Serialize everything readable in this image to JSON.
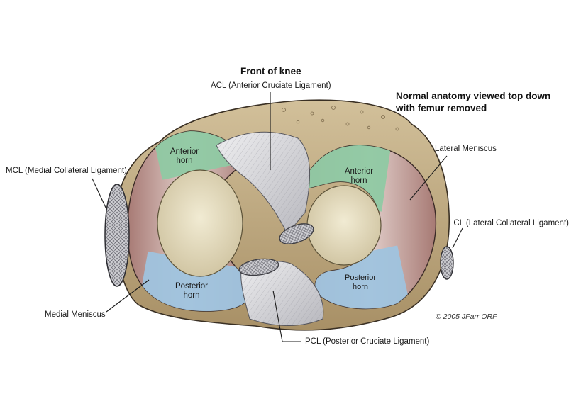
{
  "header": {
    "front_label": "Front of knee",
    "view_note_line1": "Normal anatomy viewed top down",
    "view_note_line2": "with femur removed"
  },
  "labels": {
    "acl": "ACL (Anterior Cruciate Ligament)",
    "mcl": "MCL (Medial Collateral Ligament)",
    "lateral_meniscus": "Lateral Meniscus",
    "lcl": "LCL (Lateral Collateral Ligament)",
    "medial_meniscus": "Medial Meniscus",
    "pcl": "PCL (Posterior Cruciate Ligament)"
  },
  "horns": {
    "medial_anterior": {
      "line1": "Anterior",
      "line2": "horn"
    },
    "lateral_anterior": {
      "line1": "Anterior",
      "line2": "horn"
    },
    "medial_posterior": {
      "line1": "Posterior",
      "line2": "horn"
    },
    "lateral_posterior": {
      "line1": "Posterior",
      "line2": "horn"
    }
  },
  "credit": "© 2005 JFarr ORF",
  "colors": {
    "anterior_horn": "#8fc9a3",
    "posterior_horn": "#9fc3de",
    "meniscus_body": "#b98c86",
    "tibia_plateau": "#c9b58e",
    "cartilage": "#e9e2c8",
    "ligament": "#d9d9dc"
  }
}
